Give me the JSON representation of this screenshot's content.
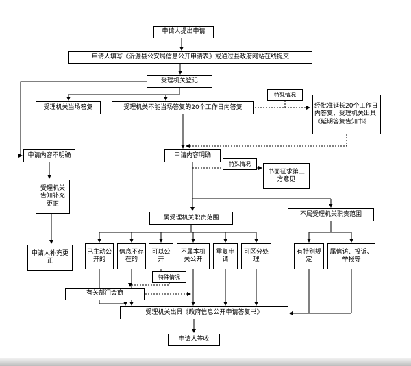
{
  "colors": {
    "line": "#000000",
    "box_border": "#000000",
    "background": "#ffffff"
  },
  "nodes": {
    "submit": "申请人提出申请",
    "fill_form": "申请人填写《沂源县公安局信息公开申请表》或通过县政府网站在线提交",
    "register": "受理机关登记",
    "onsite_reply": "受理机关当场答复",
    "reply_20days": "受理机关不能当场答复的20个工作日内答复",
    "special_case_1": "特殊情况",
    "extension": "经批准延长20个工作日内答复，受理机关出具《延期答复告知书》",
    "unclear": "申请内容不明确",
    "clear": "申请内容明确",
    "special_case_2": "特殊情况",
    "third_party": "书面征求第三方意见",
    "notify_supplement": "受理机关告知补充更正",
    "within_scope": "属受理机关职责范围",
    "not_within_scope": "不属受理机关职责范围",
    "applicant_supplement": "申请人补充更正",
    "already_public": "已主动公开的",
    "not_exist": "信息不存在的",
    "can_public": "可以公开",
    "not_this_organ": "不属本机关公开",
    "repeat_apply": "重复申请",
    "separable": "可区分处理",
    "special_rules": "有特别规定",
    "petition": "属信访、投诉、举报等",
    "special_case_3": "特殊情况",
    "consult": "有关部门会商",
    "reply_doc": "受理机关出具《政府信息公开申请答复书》",
    "sign": "申请人签收"
  }
}
